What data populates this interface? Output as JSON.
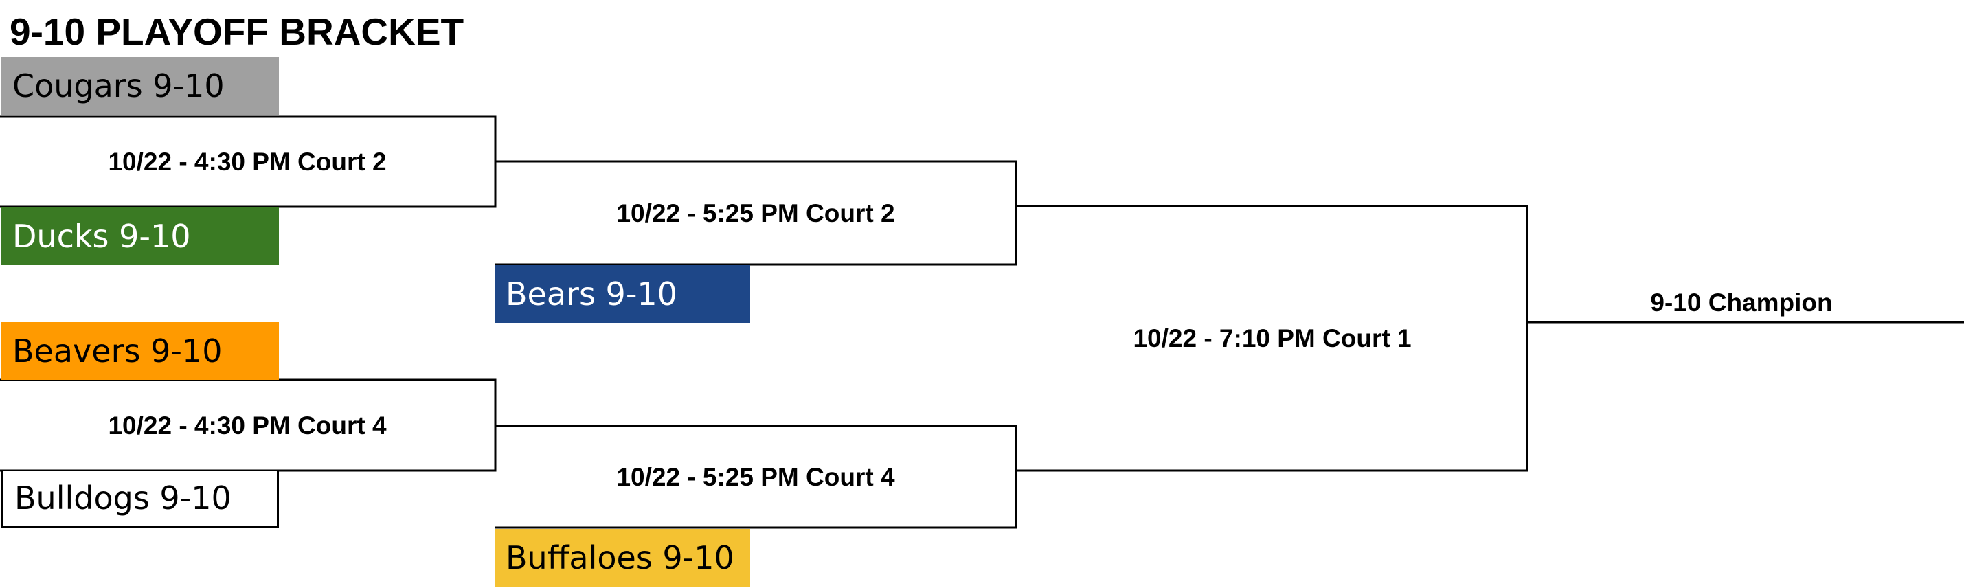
{
  "title": "9-10 PLAYOFF BRACKET",
  "teams": {
    "cougars": {
      "name": "Cougars 9-10",
      "color": "#a0a0a0",
      "text_color": "#000000"
    },
    "ducks": {
      "name": "Ducks 9-10",
      "color": "#3a7a23",
      "text_color": "#ffffff"
    },
    "bears": {
      "name": "Bears 9-10",
      "color": "#1e4788",
      "text_color": "#ffffff"
    },
    "beavers": {
      "name": "Beavers 9-10",
      "color": "#ff9a00",
      "text_color": "#000000"
    },
    "bulldogs": {
      "name": "Bulldogs 9-10",
      "color": "#ffffff",
      "text_color": "#000000"
    },
    "buffaloes": {
      "name": "Buffaloes 9-10",
      "color": "#f4c232",
      "text_color": "#000000"
    }
  },
  "games": {
    "round1_top": "10/22 - 4:30 PM Court 2",
    "round1_bottom": "10/22 - 4:30 PM Court 4",
    "round2_top": "10/22 - 5:25 PM Court 2",
    "round2_bottom": "10/22 - 5:25 PM Court 4",
    "final": "10/22 - 7:10 PM Court 1"
  },
  "champion": "9-10 Champion",
  "line_color": "#000000"
}
